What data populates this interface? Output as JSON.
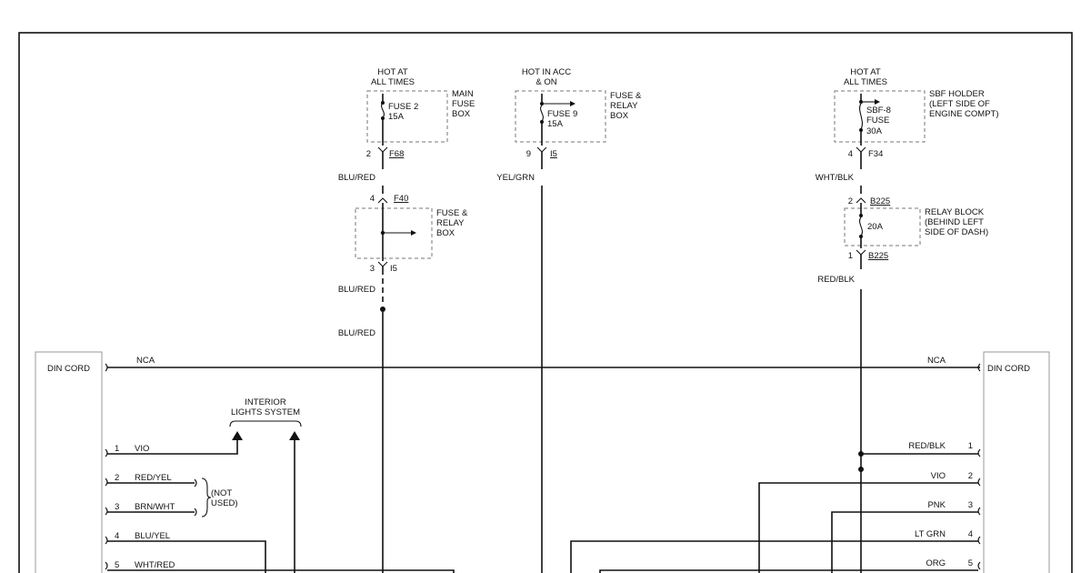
{
  "sources": {
    "main": {
      "title1": "HOT AT",
      "title2": "ALL TIMES",
      "box1": "MAIN",
      "box2": "FUSE",
      "box3": "BOX",
      "fuse1": "FUSE 2",
      "fuse2": "15A",
      "pin": "2",
      "conn": "F68"
    },
    "acc": {
      "title1": "HOT IN ACC",
      "title2": "& ON",
      "box1": "FUSE &",
      "box2": "RELAY",
      "box3": "BOX",
      "fuse1": "FUSE 9",
      "fuse2": "15A",
      "pin": "9",
      "conn": "I5"
    },
    "sbf": {
      "title1": "HOT AT",
      "title2": "ALL TIMES",
      "box1": "SBF HOLDER",
      "box2": "(LEFT SIDE OF",
      "box3": "ENGINE COMPT)",
      "fuse1": "SBF-8",
      "fuse2": "FUSE",
      "fuse3": "30A",
      "pin": "4",
      "conn": "F34"
    }
  },
  "mid_main": {
    "wire_top": "BLU/RED",
    "pin_top": "4",
    "conn_top": "F40",
    "box1": "FUSE &",
    "box2": "RELAY",
    "box3": "BOX",
    "pin_bottom": "3",
    "conn_bottom": "I5",
    "wire_mid": "BLU/RED",
    "wire_low": "BLU/RED"
  },
  "mid_acc": {
    "wire": "YEL/GRN"
  },
  "mid_sbf": {
    "wire_top": "WHT/BLK",
    "pin_top": "2",
    "conn_top": "B225",
    "box1": "RELAY BLOCK",
    "box2": "(BEHIND LEFT",
    "box3": "SIDE OF DASH)",
    "fuse": "20A",
    "pin_bottom": "1",
    "conn_bottom": "B225",
    "wire_low": "RED/BLK"
  },
  "din_left": {
    "label": "DIN CORD",
    "nca": "NCA",
    "pins": [
      {
        "num": "1",
        "wire": "VIO"
      },
      {
        "num": "2",
        "wire": "RED/YEL"
      },
      {
        "num": "3",
        "wire": "BRN/WHT"
      },
      {
        "num": "4",
        "wire": "BLU/YEL"
      },
      {
        "num": "5",
        "wire": "WHT/RED"
      }
    ],
    "not_used1": "(NOT",
    "not_used2": "USED)"
  },
  "din_right": {
    "label": "DIN CORD",
    "nca": "NCA",
    "pins": [
      {
        "num": "1",
        "wire": "RED/BLK"
      },
      {
        "num": "2",
        "wire": "VIO"
      },
      {
        "num": "3",
        "wire": "PNK"
      },
      {
        "num": "4",
        "wire": "LT GRN"
      },
      {
        "num": "5",
        "wire": "ORG"
      }
    ]
  },
  "interior": {
    "line1": "INTERIOR",
    "line2": "LIGHTS SYSTEM"
  }
}
